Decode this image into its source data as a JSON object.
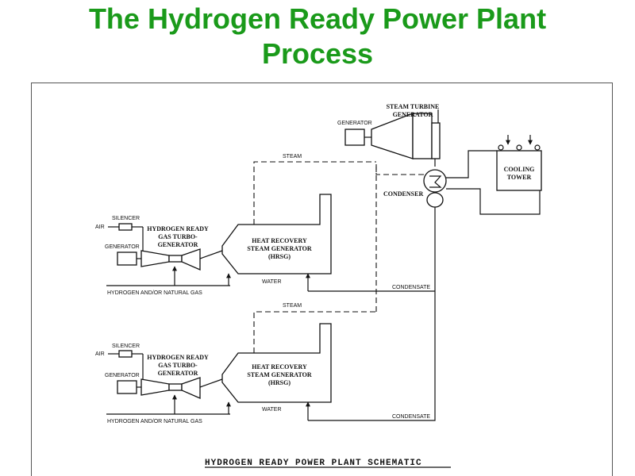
{
  "title": {
    "line1": "The Hydrogen Ready Power Plant",
    "line2": "Process"
  },
  "colors": {
    "title": "#1a9a1a",
    "lines": "#111111"
  },
  "schematic": {
    "steam_turbine": {
      "line1": "STEAM TURBINE",
      "line2": "GENERATOR"
    },
    "st_generator": "GENERATOR",
    "cooling_tower": {
      "line1": "COOLING",
      "line2": "TOWER"
    },
    "condenser": "CONDENSER",
    "steam": "STEAM",
    "condensate": "CONDENSATE",
    "water": "WATER",
    "air": "AIR",
    "silencer": "SILENCER",
    "generator": "GENERATOR",
    "fuel": "HYDROGEN AND/OR NATURAL GAS",
    "gas_turbine": {
      "line1": "HYDROGEN READY",
      "line2": "GAS TURBO-",
      "line3": "GENERATOR"
    },
    "hrsg": {
      "line1": "HEAT RECOVERY",
      "line2": "STEAM GENERATOR",
      "line3": "(HRSG)"
    },
    "caption": "HYDROGEN READY POWER PLANT SCHEMATIC"
  }
}
